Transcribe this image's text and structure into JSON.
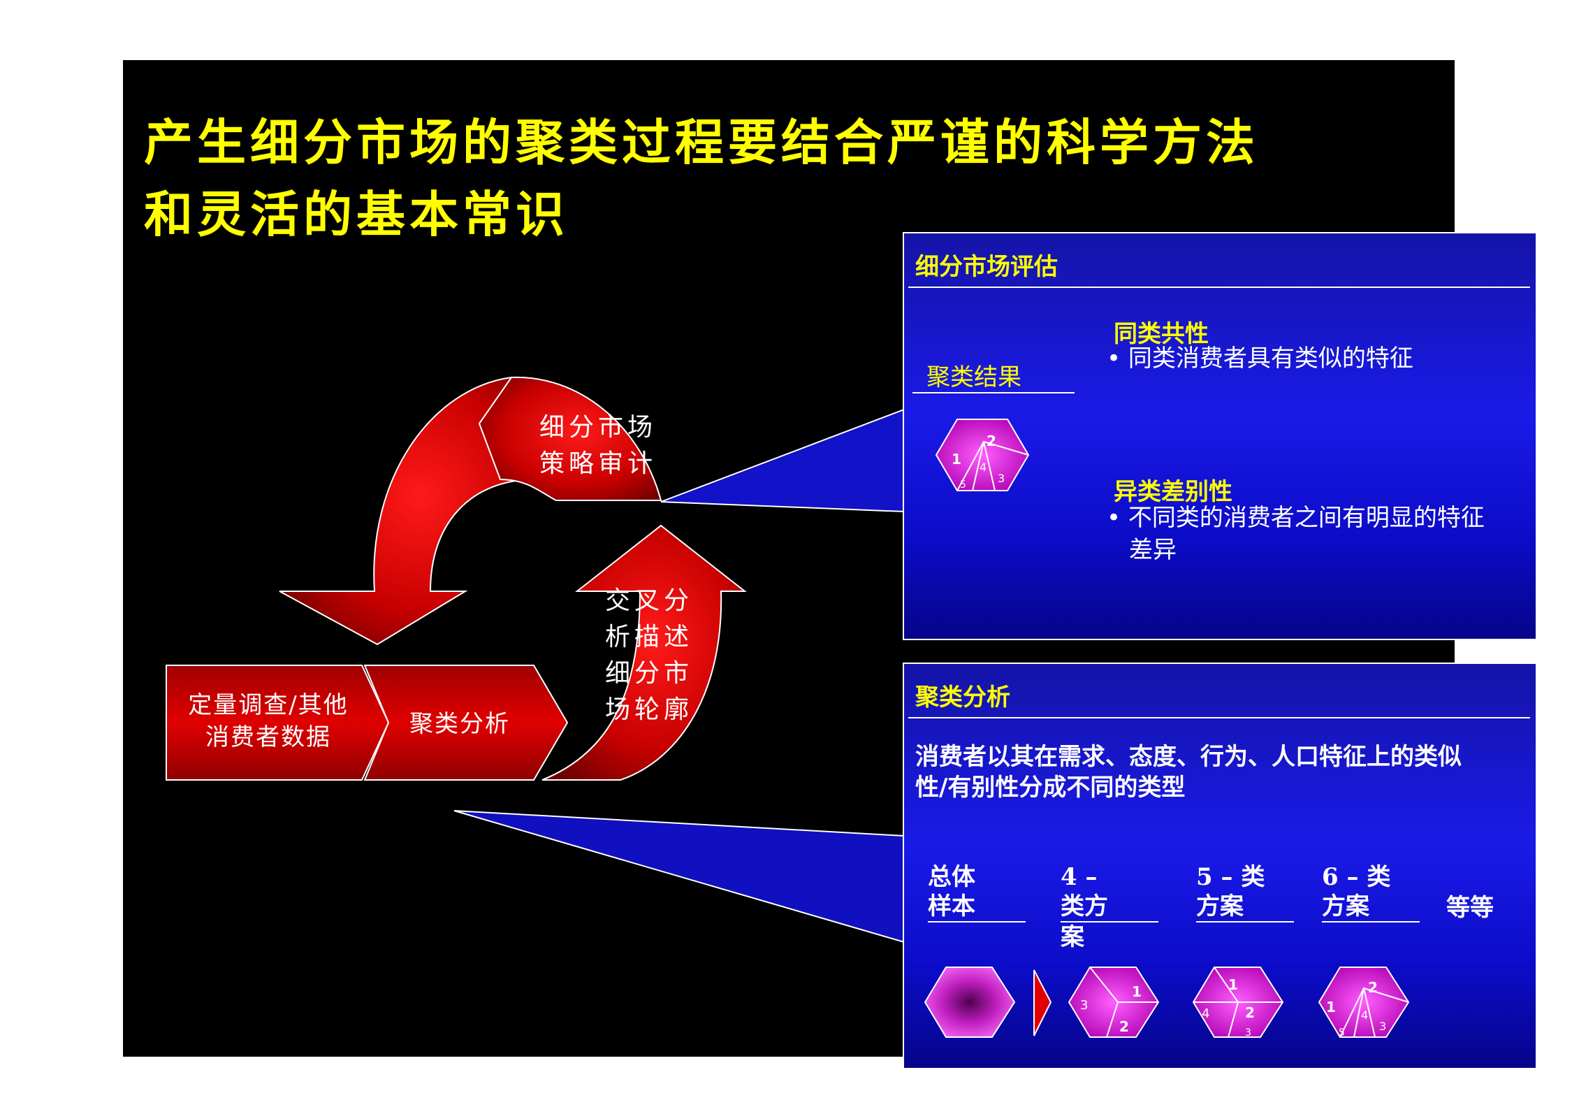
{
  "title": {
    "line1": "产生细分市场的聚类过程要结合严谨的科学方法",
    "line2": "和灵活的基本常识"
  },
  "panel_eval": {
    "heading": "细分市场评估",
    "result_label": "聚类结果",
    "homog_title": "同类共性",
    "homog_bullet": "• 同类消费者具有类似的特征",
    "hetero_title": "异类差别性",
    "hetero_bullet_1": "• 不同类的消费者之间有明显的特征",
    "hetero_bullet_2": "差异"
  },
  "panel_cluster": {
    "heading": "聚类分析",
    "desc_1": "消费者以其在需求、态度、行为、人口特征上的类似",
    "desc_2": "性/有别性分成不同的类型",
    "options": [
      {
        "line1": "总体",
        "line2": "样本",
        "line3": ""
      },
      {
        "line1": "4 –",
        "line2": "类方",
        "line3": "案"
      },
      {
        "line1": "5 – 类",
        "line2": "方案",
        "line3": ""
      },
      {
        "line1": "6 – 类",
        "line2": "方案",
        "line3": ""
      }
    ],
    "etc": "等等"
  },
  "cycle": {
    "audit_1": "细分市场",
    "audit_2": "策略审计",
    "cross_1": "交叉分",
    "cross_2": "析描述",
    "cross_3": "细分市",
    "cross_4": "场轮廓",
    "input_1": "定量调查/其他",
    "input_2": "消费者数据",
    "cluster": "聚类分析"
  },
  "hex_numbers": {
    "result": [
      "1",
      "2",
      "3",
      "4",
      "5"
    ],
    "four": [
      "1",
      "2",
      "3"
    ],
    "five": [
      "1",
      "2",
      "3",
      "4"
    ],
    "six": [
      "1",
      "2",
      "3",
      "4",
      "5"
    ]
  },
  "colors": {
    "title": "#ffff00",
    "panel": "#1a1ae8",
    "arrow": "#e00000",
    "hex": "#e020e0"
  }
}
